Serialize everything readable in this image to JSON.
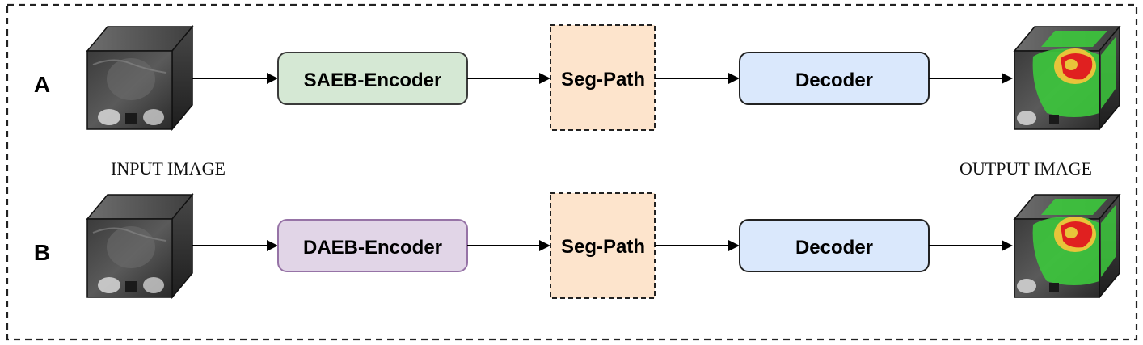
{
  "rows": [
    {
      "label": "A",
      "encoder": {
        "label": "SAEB-Encoder",
        "fill": "#d5e8d4",
        "stroke": "#3a3a3a"
      },
      "segpath": {
        "label": "Seg-Path",
        "fill": "#fde4cc"
      },
      "decoder": {
        "label": "Decoder",
        "fill": "#dae8fc"
      }
    },
    {
      "label": "B",
      "encoder": {
        "label": "DAEB-Encoder",
        "fill": "#e1d5e7",
        "stroke": "#9673a6"
      },
      "segpath": {
        "label": "Seg-Path",
        "fill": "#fde4cc"
      },
      "decoder": {
        "label": "Decoder",
        "fill": "#dae8fc"
      }
    }
  ],
  "captions": {
    "input": "INPUT IMAGE",
    "output": "OUTPUT IMAGE"
  },
  "colors": {
    "segment_outer": "#3cc83c",
    "segment_mid": "#e8c43a",
    "segment_core": "#e02020"
  }
}
